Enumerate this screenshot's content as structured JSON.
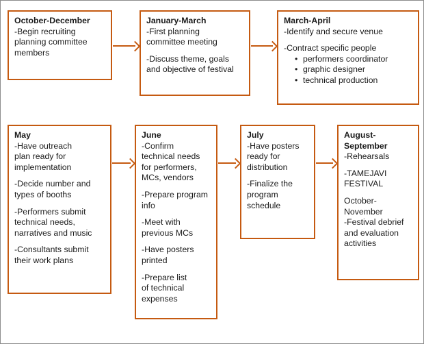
{
  "diagram": {
    "title_text": "Tamejavi Festival planning timeline flowchart",
    "accent_color": "#c55a11",
    "text_color": "#1a1a1a",
    "page_border_color": "#8c8c8c",
    "background": "#ffffff"
  },
  "nodes": [
    {
      "id": "october-december",
      "title": "October-December",
      "blocks": [
        {
          "type": "para",
          "tight": true,
          "text": "-Begin recruiting\nplanning committee\nmembers"
        }
      ]
    },
    {
      "id": "january-march",
      "title": "January-March",
      "blocks": [
        {
          "type": "para",
          "tight": true,
          "text": "-First planning\ncommittee meeting"
        },
        {
          "type": "para",
          "tight": false,
          "text": "-Discuss theme, goals\nand objective of festival"
        }
      ]
    },
    {
      "id": "march-april",
      "title": "March-April",
      "blocks": [
        {
          "type": "para",
          "tight": true,
          "text": "-Identify and secure venue"
        },
        {
          "type": "para",
          "tight": false,
          "text": "-Contract specific people"
        },
        {
          "type": "bullets",
          "items": [
            "performers coordinator",
            "graphic designer",
            "technical production"
          ]
        }
      ]
    },
    {
      "id": "may",
      "title": "May",
      "blocks": [
        {
          "type": "para",
          "tight": true,
          "text": "-Have outreach\nplan ready for\nimplementation"
        },
        {
          "type": "para",
          "tight": false,
          "text": "-Decide number and\ntypes of booths"
        },
        {
          "type": "para",
          "tight": false,
          "text": "-Performers  submit\ntechnical needs,\nnarratives and music"
        },
        {
          "type": "para",
          "tight": false,
          "text": "-Consultants submit\ntheir work plans"
        }
      ]
    },
    {
      "id": "june",
      "title": "June",
      "blocks": [
        {
          "type": "para",
          "tight": true,
          "text": "-Confirm\ntechnical needs\nfor performers,\nMCs, vendors"
        },
        {
          "type": "para",
          "tight": false,
          "text": "-Prepare program\ninfo"
        },
        {
          "type": "para",
          "tight": false,
          "text": "-Meet with\nprevious MCs"
        },
        {
          "type": "para",
          "tight": false,
          "text": "-Have posters\nprinted"
        },
        {
          "type": "para",
          "tight": false,
          "text": "-Prepare list\nof technical\nexpenses"
        }
      ]
    },
    {
      "id": "july",
      "title": "July",
      "blocks": [
        {
          "type": "para",
          "tight": true,
          "text": "-Have posters\nready for\ndistribution"
        },
        {
          "type": "para",
          "tight": false,
          "text": "-Finalize the\nprogram\nschedule"
        }
      ]
    },
    {
      "id": "august-september",
      "title": "August-\nSeptember",
      "blocks": [
        {
          "type": "para",
          "tight": true,
          "text": "-Rehearsals"
        },
        {
          "type": "para",
          "tight": false,
          "text": "-TAMEJAVI\nFESTIVAL"
        },
        {
          "type": "para",
          "tight": false,
          "text": "October-\nNovember\n-Festival debrief\nand evaluation\nactivities"
        }
      ]
    }
  ],
  "connectors": [
    {
      "id": "arrow-oct-dec-to-jan-mar",
      "from": "october-december",
      "to": "january-march"
    },
    {
      "id": "arrow-jan-mar-to-mar-apr",
      "from": "january-march",
      "to": "march-april"
    },
    {
      "id": "arrow-may-to-june",
      "from": "may",
      "to": "june"
    },
    {
      "id": "arrow-june-to-july",
      "from": "june",
      "to": "july"
    },
    {
      "id": "arrow-july-to-aug-sep",
      "from": "july",
      "to": "august-september"
    }
  ]
}
